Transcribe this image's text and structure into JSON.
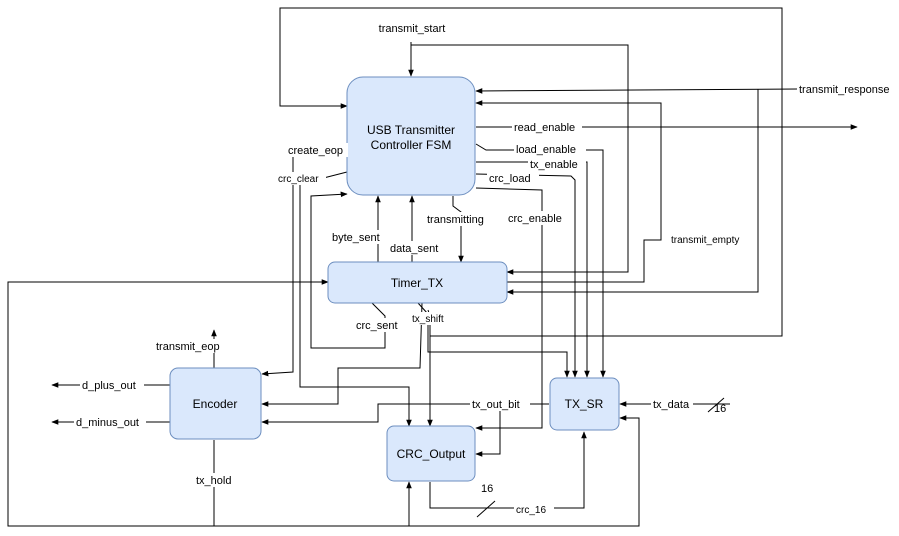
{
  "blocks": {
    "fsm": {
      "line1": "USB Transmitter",
      "line2": "Controller FSM"
    },
    "timer": "Timer_TX",
    "encoder": "Encoder",
    "crc": "CRC_Output",
    "txsr": "TX_SR"
  },
  "signals": {
    "transmit_start": "transmit_start",
    "transmit_response": "transmit_response",
    "read_enable": "read_enable",
    "load_enable": "load_enable",
    "tx_enable": "tx_enable",
    "crc_load": "crc_load",
    "crc_enable": "crc_enable",
    "create_eop": "create_eop",
    "crc_clear": "crc_clear",
    "byte_sent": "byte_sent",
    "data_sent": "data_sent",
    "transmitting": "transmitting",
    "transmit_empty": "transmit_empty",
    "crc_sent": "crc_sent",
    "tx_shift": "tx_shift",
    "transmit_eop": "transmit_eop",
    "d_plus_out": "d_plus_out",
    "d_minus_out": "d_minus_out",
    "tx_out_bit": "tx_out_bit",
    "tx_data": "tx_data",
    "tx_hold": "tx_hold",
    "crc_16": "crc_16",
    "bus16_a": "16",
    "bus16_b": "16"
  }
}
